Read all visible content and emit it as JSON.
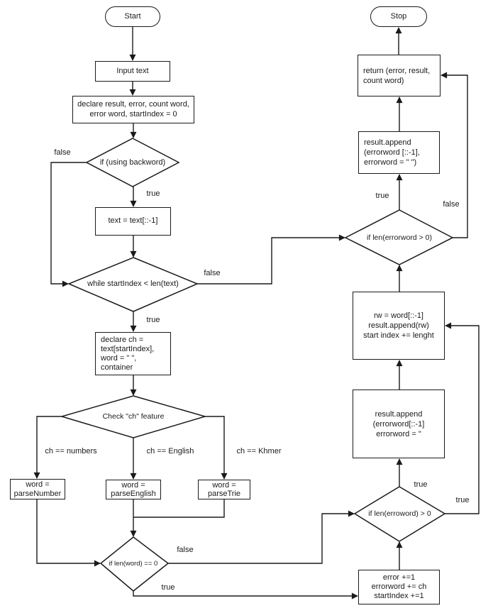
{
  "diagram_type": "flowchart",
  "colors": {
    "line": "#1a1a1a",
    "shape_fill": "#ffffff",
    "background": "#ffffff",
    "text": "#1a1a1a"
  },
  "nodes": {
    "start": {
      "shape": "terminator",
      "text": "Start"
    },
    "stop": {
      "shape": "terminator",
      "text": "Stop"
    },
    "input_text": {
      "shape": "process",
      "text": "Input text"
    },
    "declare_vars": {
      "shape": "process",
      "text": "declare result, error, count word,\nerror word, startIndex = 0"
    },
    "using_backword": {
      "shape": "decision",
      "text": "if (using backword)"
    },
    "reverse_text": {
      "shape": "process",
      "text": "text = text[::-1]"
    },
    "while_loop": {
      "shape": "decision",
      "text": "while startIndex < len(text)"
    },
    "declare_ch": {
      "shape": "process",
      "text": "declare ch =\ntext[startIndex],\nword = \" \",\ncontainer"
    },
    "check_ch": {
      "shape": "decision",
      "text": "Check \"ch\" feature"
    },
    "parse_number": {
      "shape": "process",
      "text": "word =\nparseNumber"
    },
    "parse_english": {
      "shape": "process",
      "text": "word =\nparseEnglish"
    },
    "parse_trie": {
      "shape": "process",
      "text": "word =\nparseTrie"
    },
    "len_word": {
      "shape": "decision",
      "text": "if len(word) == 0"
    },
    "error_increment": {
      "shape": "process",
      "text": "error +=1\nerrorword += ch\nstartIndex +=1"
    },
    "len_erroword": {
      "shape": "decision",
      "text": "if len(erroword) > 0"
    },
    "append_erroword": {
      "shape": "process",
      "text": "result.append\n(errorword[::-1]\nerrorword = \""
    },
    "rw_assign": {
      "shape": "process",
      "text": "rw = word[::-1]\nresult.append(rw)\nstart index += lenght"
    },
    "len_errorword": {
      "shape": "decision",
      "text": "if len(errorword > 0)"
    },
    "append_errorword": {
      "shape": "process",
      "text": "result.append\n(errorword [::-1],\nerrorword = \" \")"
    },
    "return_result": {
      "shape": "process",
      "text": "return (error, result,\ncount word)"
    }
  },
  "edge_labels": {
    "backword_false": "false",
    "backword_true": "true",
    "while_false": "false",
    "while_true": "true",
    "ch_numbers": "ch == numbers",
    "ch_english": "ch == English",
    "ch_khmer": "ch == Khmer",
    "lenword_false": "false",
    "lenword_true": "true",
    "erroword_true_up": "true",
    "erroword_true_right": "true",
    "errorword_true": "true",
    "errorword_false": "false"
  }
}
